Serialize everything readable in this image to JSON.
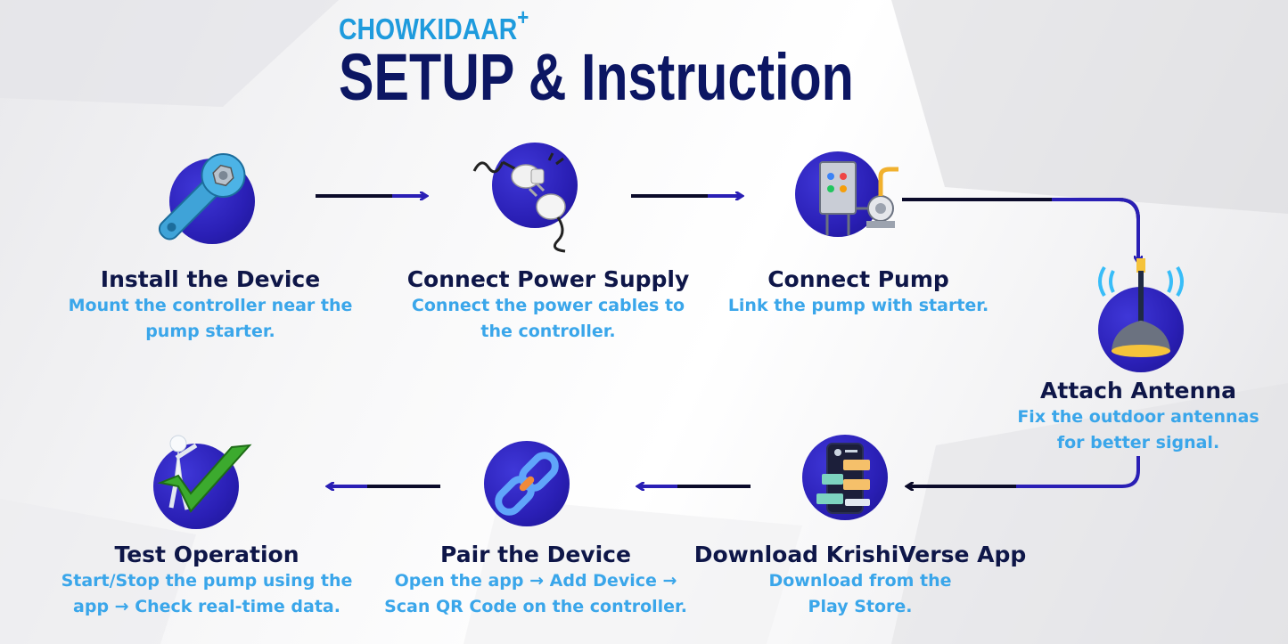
{
  "header": {
    "brand": "CHOWKIDAAR",
    "brand_plus": "+",
    "title": "SETUP & Instruction"
  },
  "steps": [
    {
      "title": "Install the Device",
      "desc_line1": "Mount the controller near the",
      "desc_line2": "pump starter.",
      "icon": "wrench-icon"
    },
    {
      "title": "Connect Power Supply",
      "desc_line1": "Connect the power cables to",
      "desc_line2": "the controller.",
      "icon": "power-plug-icon"
    },
    {
      "title": "Connect Pump",
      "desc_line1": "Link the pump with starter.",
      "desc_line2": "",
      "icon": "pump-starter-icon"
    },
    {
      "title": "Attach Antenna",
      "desc_line1": "Fix the outdoor antennas",
      "desc_line2": "for better signal.",
      "icon": "antenna-icon"
    },
    {
      "title": "Download KrishiVerse App",
      "desc_line1": "Download from the",
      "desc_line2": "Play Store.",
      "icon": "mobile-app-icon"
    },
    {
      "title": "Pair the Device",
      "desc_line1": "Open the app → Add Device →",
      "desc_line2": "Scan QR Code on the controller.",
      "icon": "chain-link-icon"
    },
    {
      "title": "Test Operation",
      "desc_line1": "Start/Stop the pump using the",
      "desc_line2": "app → Check real-time data.",
      "icon": "check-mark-icon"
    }
  ],
  "colors": {
    "title_navy": "#0c1663",
    "brand_blue": "#1e9bdd",
    "circle_blue": "#2a1fb5",
    "desc_blue": "#3aa6ea",
    "arrow_blue": "#2a1fb5"
  }
}
